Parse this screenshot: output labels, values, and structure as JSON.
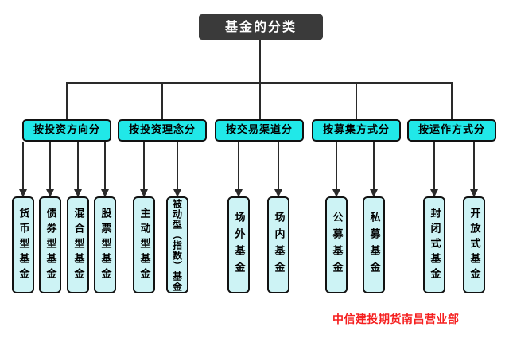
{
  "title": "基金的分类",
  "footer": "中信建投期货南昌营业部",
  "colors": {
    "canvas_bg": "#ffffff",
    "title_bg": "#3a3a3a",
    "title_text": "#ffffff",
    "category_fill": "#21e8e8",
    "leaf_fill": "#cdf3f5",
    "node_border": "#121212",
    "line_color": "#2a2a2a",
    "footer_color": "#f52020"
  },
  "groups": [
    {
      "label": "按投资方向分",
      "children": [
        "货币型基金",
        "债券型基金",
        "混合型基金",
        "股票型基金"
      ]
    },
    {
      "label": "按投资理念分",
      "children": [
        "主动型基金",
        "被动型（指数）基金"
      ]
    },
    {
      "label": "按交易渠道分",
      "children": [
        "场外基金",
        "场内基金"
      ]
    },
    {
      "label": "按募集方式分",
      "children": [
        "公募基金",
        "私募基金"
      ]
    },
    {
      "label": "按运作方式分",
      "children": [
        "封闭式基金",
        "开放式基金"
      ]
    }
  ]
}
